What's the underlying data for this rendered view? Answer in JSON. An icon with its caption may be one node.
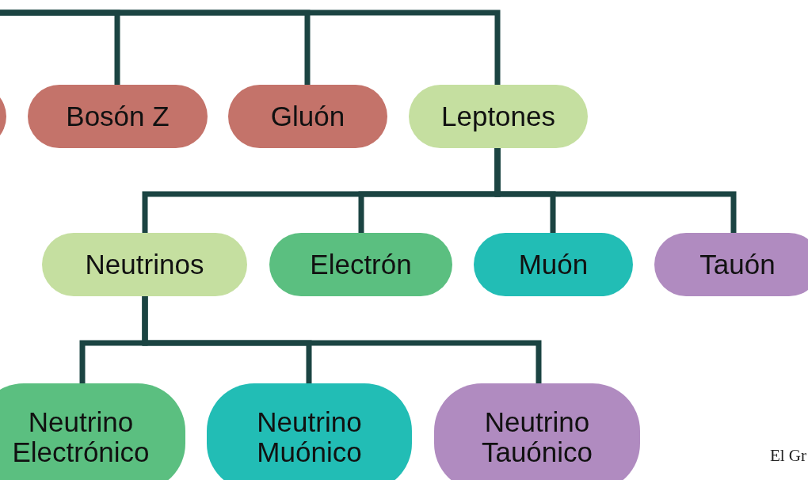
{
  "diagram": {
    "nodes": [
      {
        "text": [],
        "shape": "box"
      },
      {
        "text": [
          "Bosón Z"
        ]
      },
      {
        "text": [
          "Gluón"
        ]
      },
      {
        "text": [
          "Leptones"
        ]
      },
      {
        "text": [
          "Neutrinos"
        ]
      },
      {
        "text": [
          "Electrón"
        ]
      },
      {
        "text": [
          "Muón"
        ]
      },
      {
        "text": [
          "Tauón"
        ]
      },
      {
        "text": [
          "Neutrino Electrónico"
        ]
      },
      {
        "text": [
          "Neutrino Muónico"
        ]
      },
      {
        "text": [
          "Neutrino Tauónico"
        ]
      }
    ],
    "edges": [
      {
        "from": null,
        "to": 1,
        "arrow": "none"
      },
      {
        "from": null,
        "to": 2,
        "arrow": "none"
      },
      {
        "from": null,
        "to": 3,
        "arrow": "none"
      },
      {
        "from": 3,
        "to": 4,
        "arrow": "none"
      },
      {
        "from": 3,
        "to": 5,
        "arrow": "none"
      },
      {
        "from": 3,
        "to": 6,
        "arrow": "none"
      },
      {
        "from": 3,
        "to": 7,
        "arrow": "none"
      },
      {
        "from": 4,
        "to": 8,
        "arrow": "none"
      },
      {
        "from": 4,
        "to": 9,
        "arrow": "none"
      },
      {
        "from": 4,
        "to": 10,
        "arrow": "none"
      }
    ],
    "labels": [
      "El Gr"
    ]
  }
}
